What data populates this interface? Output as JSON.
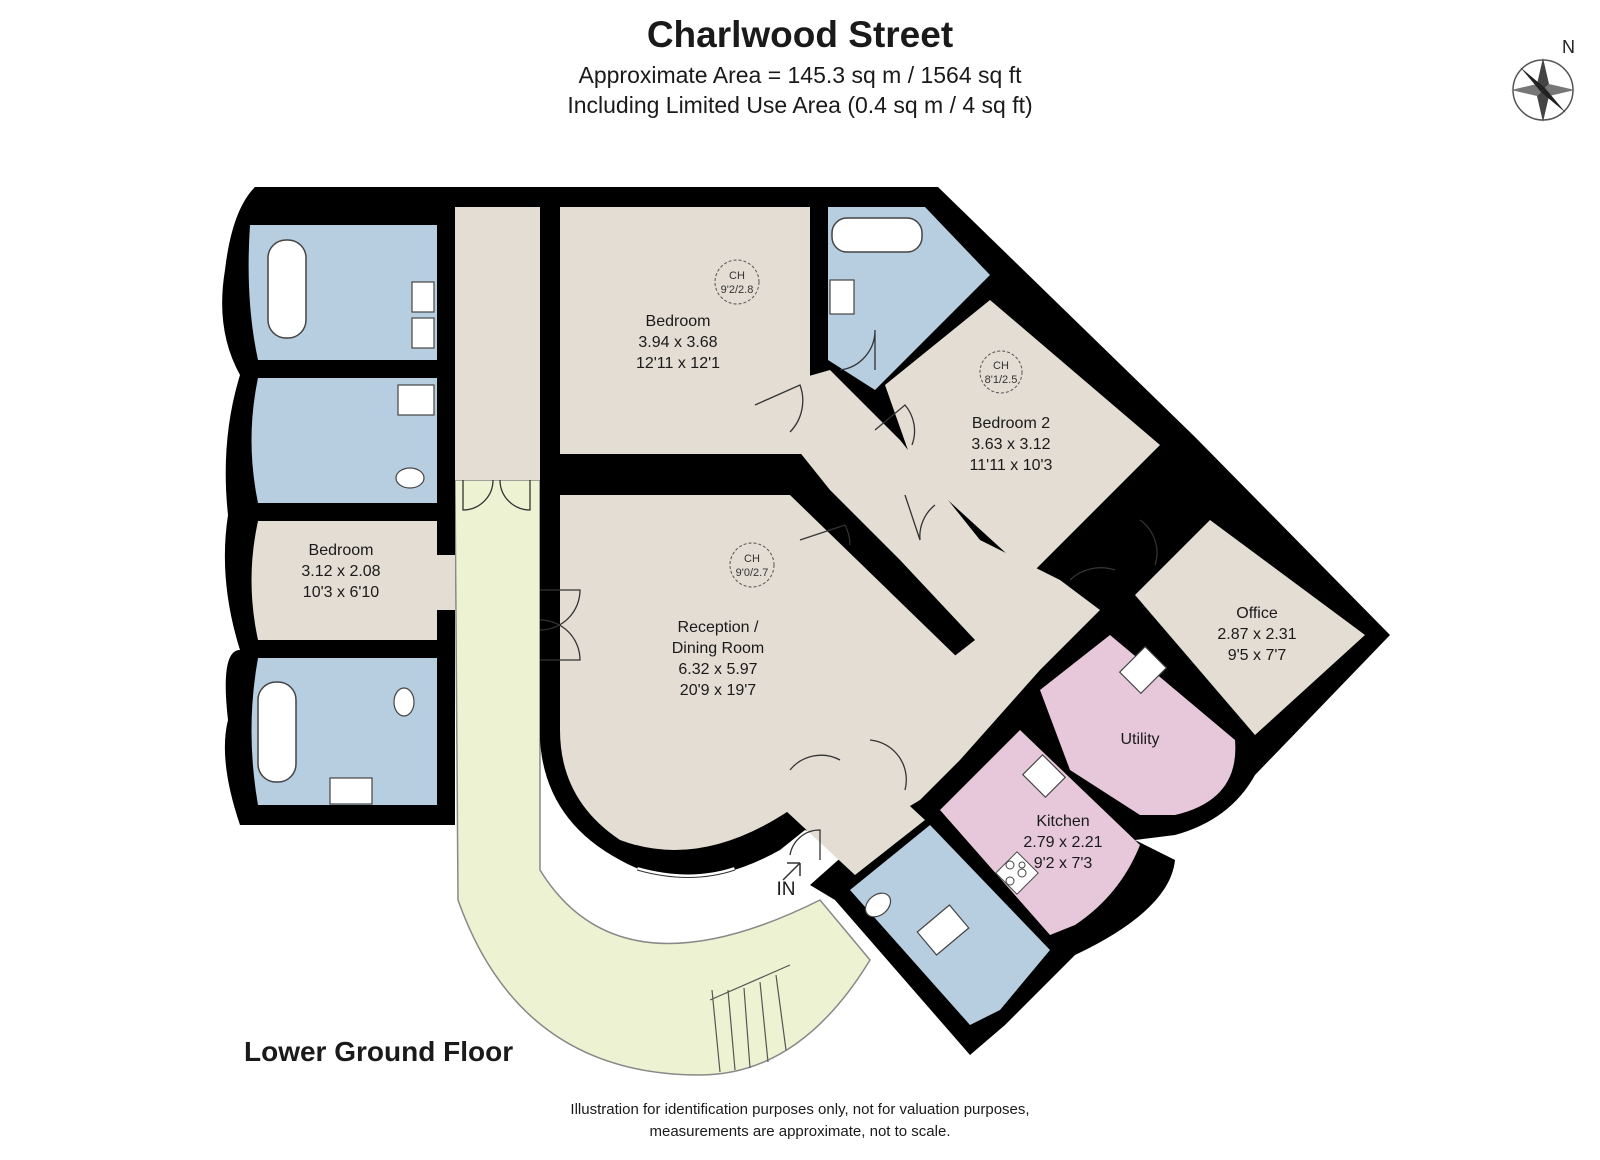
{
  "title": "Charlwood Street",
  "subtitle_area": "Approximate Area = 145.3 sq m / 1564 sq ft",
  "subtitle_limited": "Including Limited Use Area (0.4 sq m / 4 sq ft)",
  "compass": {
    "label": "N",
    "icon": "compass-rose-icon"
  },
  "floor_label": "Lower Ground Floor",
  "entrance_label": "IN",
  "footer": {
    "line1": "Illustration for identification purposes only, not for valuation purposes,",
    "line2": "measurements are approximate, not to scale."
  },
  "colors": {
    "wall": "#000000",
    "living": "#e3ddd4",
    "bathroom": "#b7cde0",
    "kitchen": "#e6c8da",
    "outside": "#edf3d2"
  },
  "rooms": {
    "bedroom_main": {
      "name": "Bedroom",
      "metric": "3.94 x 3.68",
      "imperial": "12'11 x 12'1",
      "ceiling": "CH",
      "ceiling_value": "9'2/2.8"
    },
    "bedroom_2": {
      "name": "Bedroom 2",
      "metric": "3.63 x 3.12",
      "imperial": "11'11 x 10'3",
      "ceiling": "CH",
      "ceiling_value": "8'1/2.5"
    },
    "bedroom_small": {
      "name": "Bedroom",
      "metric": "3.12 x 2.08",
      "imperial": "10'3 x 6'10"
    },
    "reception": {
      "name_line1": "Reception /",
      "name_line2": "Dining Room",
      "metric": "6.32 x 5.97",
      "imperial": "20'9 x 19'7",
      "ceiling": "CH",
      "ceiling_value": "9'0/2.7"
    },
    "office": {
      "name": "Office",
      "metric": "2.87 x 2.31",
      "imperial": "9'5 x 7'7"
    },
    "utility": {
      "name": "Utility"
    },
    "kitchen": {
      "name": "Kitchen",
      "metric": "2.79 x 2.21",
      "imperial": "9'2 x 7'3"
    }
  }
}
